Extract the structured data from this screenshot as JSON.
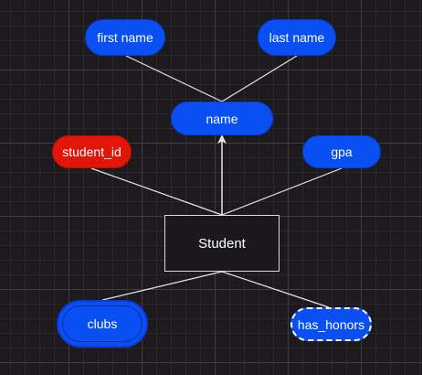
{
  "diagram": {
    "entity": {
      "label": "Student"
    },
    "attributes": {
      "first_name": {
        "label": "first name",
        "color": "#0a4ff2"
      },
      "last_name": {
        "label": "last name",
        "color": "#0a4ff2"
      },
      "name": {
        "label": "name",
        "color": "#0a4ff2"
      },
      "student_id": {
        "label": "student_id",
        "color": "#e11608"
      },
      "gpa": {
        "label": "gpa",
        "color": "#0a4ff2"
      },
      "clubs": {
        "label": "clubs",
        "color": "#0a4ff2"
      },
      "has_honors": {
        "label": "has_honors",
        "color": "#0a4ff2"
      }
    },
    "edges": [
      {
        "from": "first_name",
        "to": "name"
      },
      {
        "from": "last_name",
        "to": "name"
      },
      {
        "from": "entity",
        "to": "name",
        "arrow": true
      },
      {
        "from": "entity",
        "to": "student_id"
      },
      {
        "from": "entity",
        "to": "gpa"
      },
      {
        "from": "entity",
        "to": "clubs"
      },
      {
        "from": "entity",
        "to": "has_honors"
      }
    ],
    "colors": {
      "background": "#1c1a1d",
      "edge": "#e6e6e6",
      "attribute": "#0a4ff2",
      "key_attribute": "#e11608"
    }
  }
}
